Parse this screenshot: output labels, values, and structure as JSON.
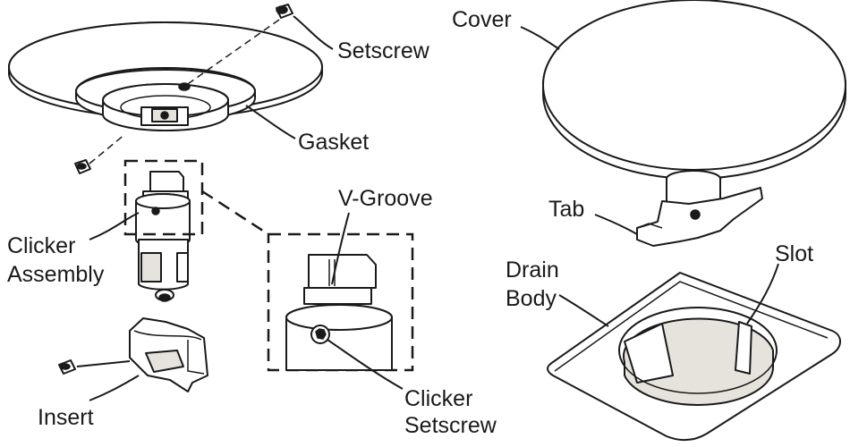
{
  "labels": {
    "setscrew": "Setscrew",
    "gasket": "Gasket",
    "clicker_assembly_line1": "Clicker",
    "clicker_assembly_line2": "Assembly",
    "insert": "Insert",
    "v_groove": "V-Groove",
    "clicker_setscrew_line1": "Clicker",
    "clicker_setscrew_line2": "Setscrew",
    "cover": "Cover",
    "tab": "Tab",
    "slot": "Slot",
    "drain_body_line1": "Drain",
    "drain_body_line2": "Body"
  }
}
